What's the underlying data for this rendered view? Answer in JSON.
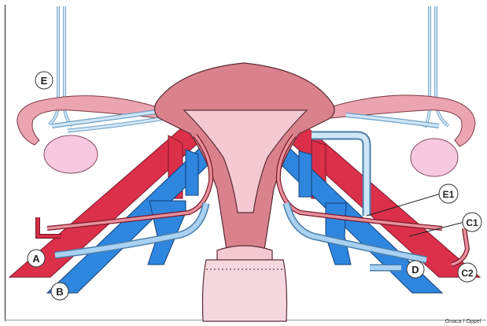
{
  "labels": {
    "E": "E",
    "E1": "E1",
    "C1": "C1",
    "C2": "C2",
    "A": "A",
    "B": "B",
    "D": "D"
  },
  "credit": "Gnaca / Oppel",
  "colors": {
    "artery": "#dc2f4a",
    "artery_dark": "#b8203a",
    "vein": "#2f86df",
    "vein_dark": "#1f6fc4",
    "light_vessel": "#a9d1f2",
    "uterus": "#d9828e",
    "uterus_light": "#f5c9d2",
    "ovary": "#f6c9df",
    "tube": "#eba5b0",
    "outline": "#5a2b34"
  }
}
